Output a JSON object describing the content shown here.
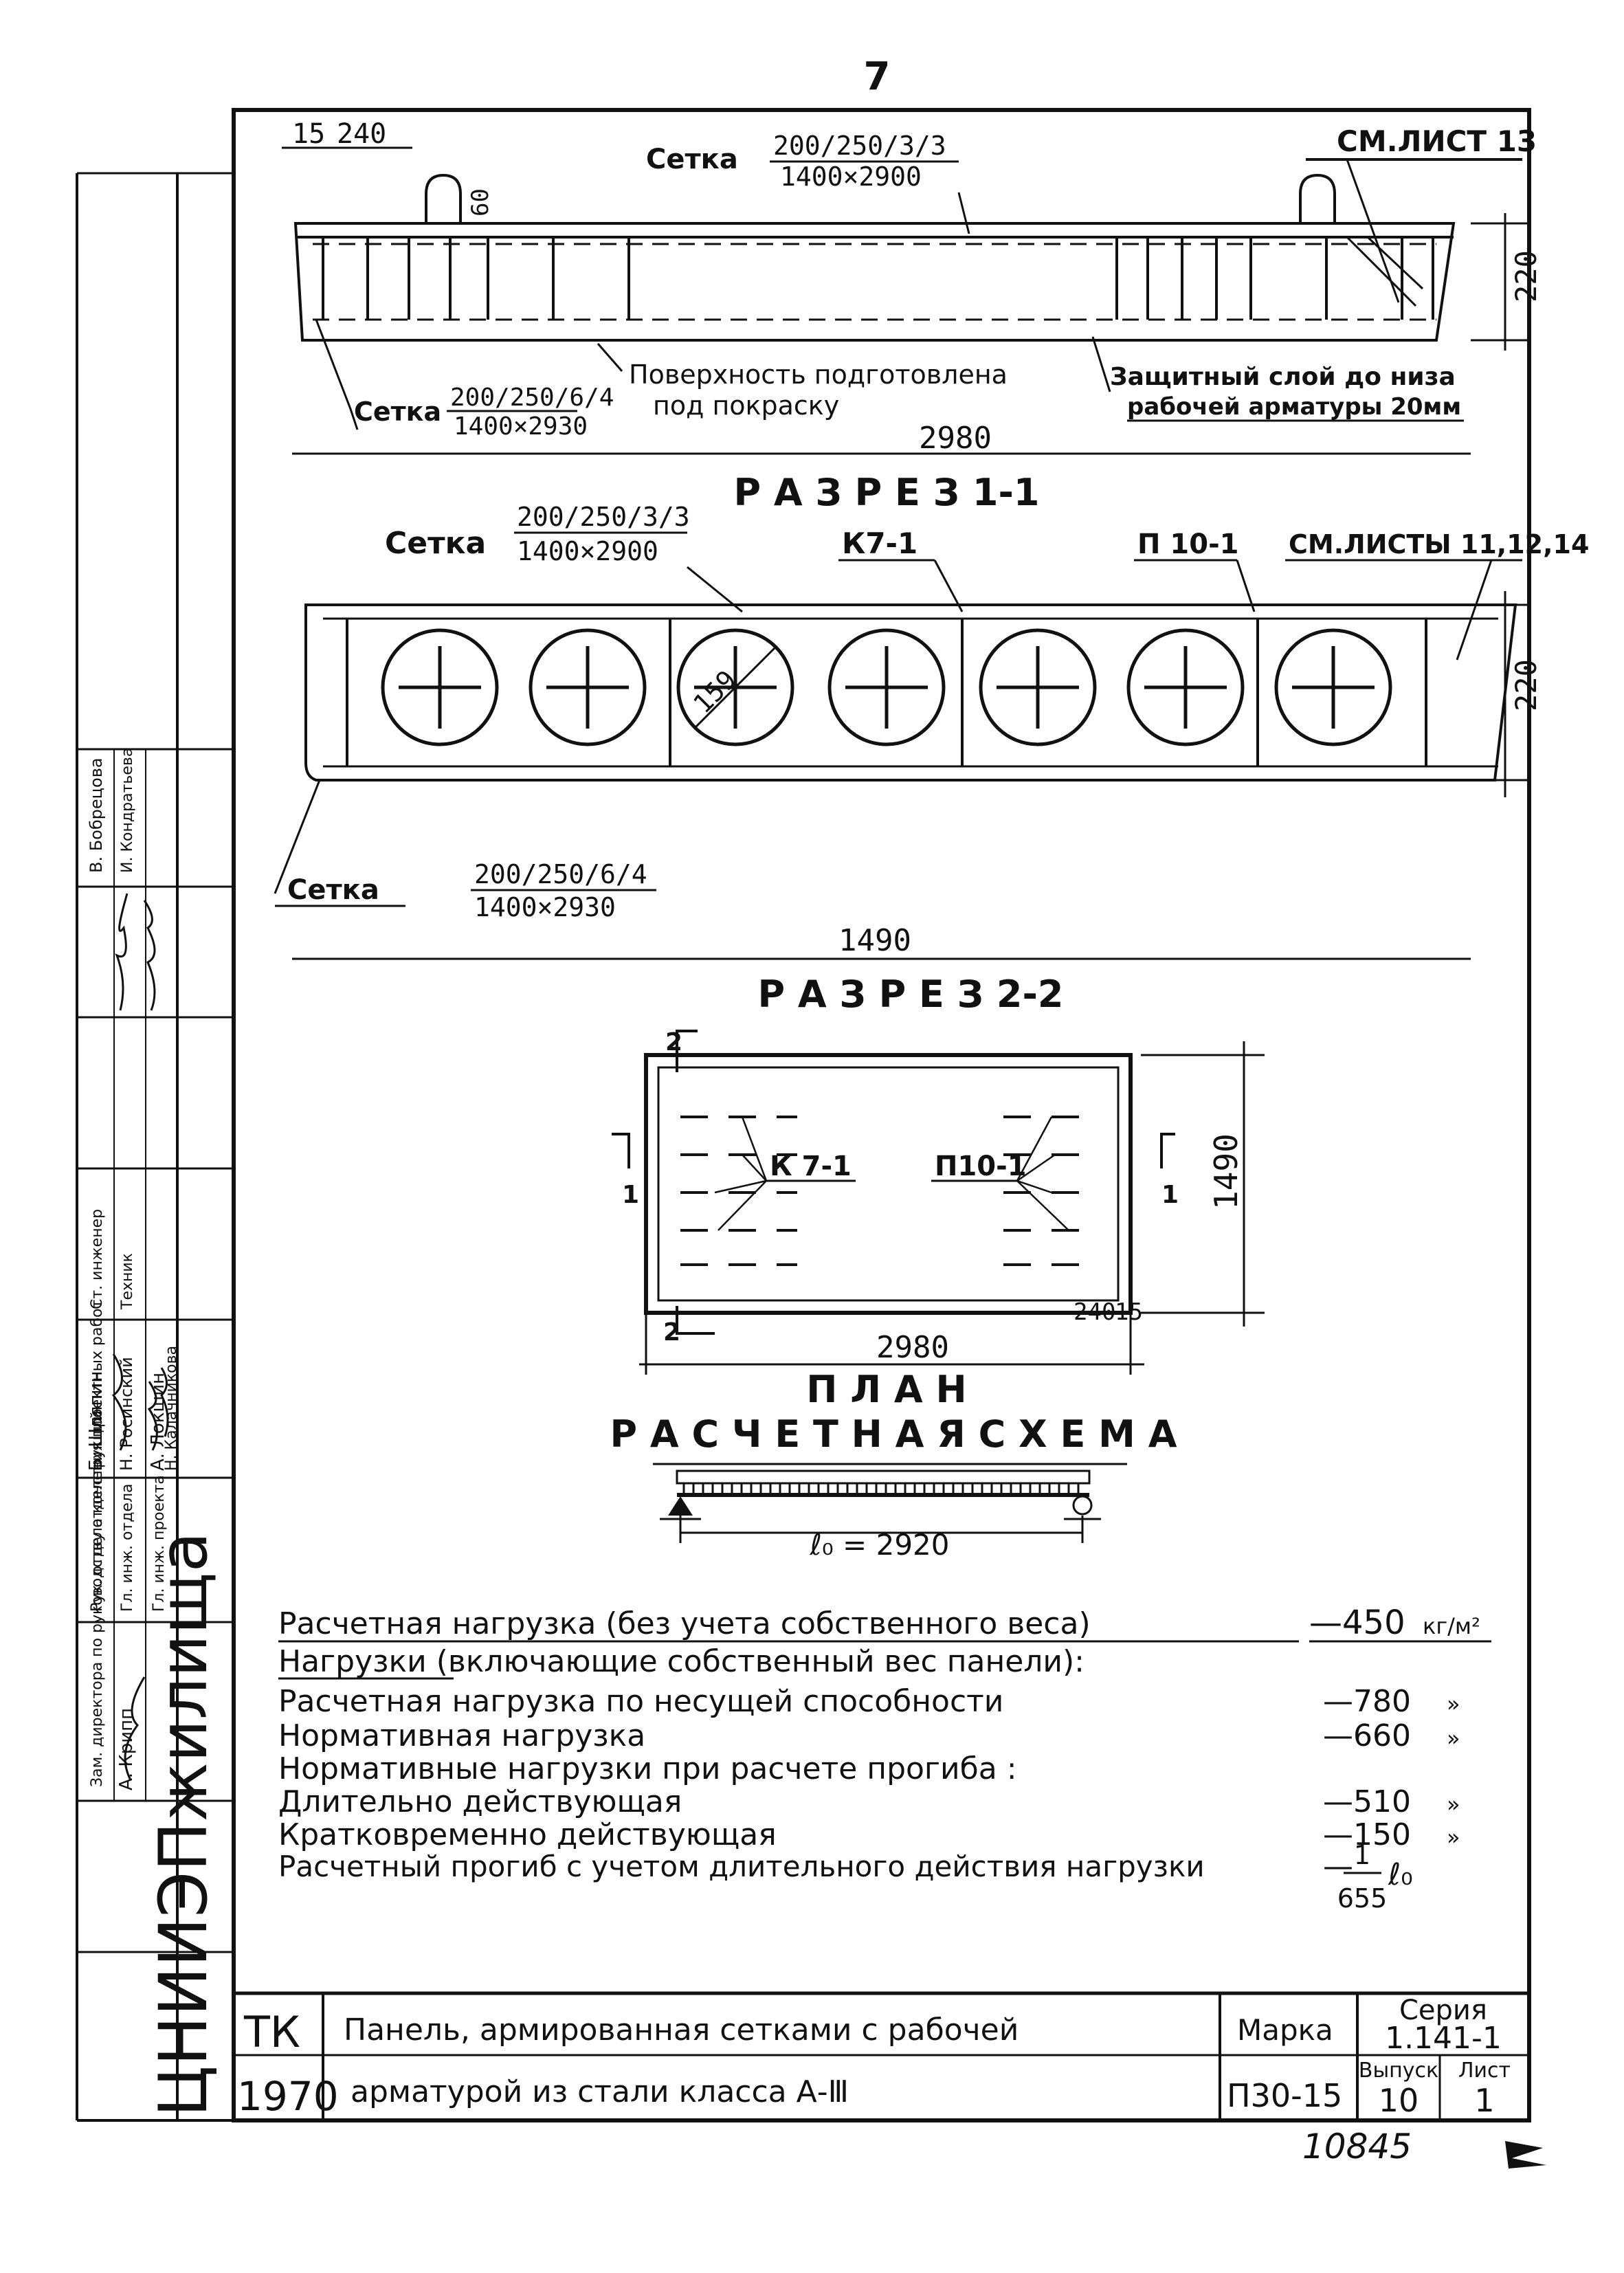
{
  "page_number": "7",
  "section_1_1": {
    "title": "Р А З Р Е З 1-1",
    "mesh_top_label": "Сетка",
    "mesh_top_spec": "200/250/3/3",
    "mesh_top_size": "1400×2900",
    "mesh_bottom_label": "Сетка",
    "mesh_bottom_spec": "200/250/6/4",
    "mesh_bottom_size": "1400×2930",
    "ref_sheet": "СМ.ЛИСТ 13",
    "dim_15": "15",
    "dim_240": "240",
    "dim_60": "60",
    "dim_220": "220",
    "dim_length": "2980",
    "note_surface": "Поверхность подготовлена",
    "note_surface_2": "под покраску",
    "note_cover": "Защитный слой до низа",
    "note_cover_2": "рабочей арматуры 20мм"
  },
  "section_2_2": {
    "title": "Р А З Р Е З 2-2",
    "mesh_top_label": "Сетка",
    "mesh_top_spec": "200/250/3/3",
    "mesh_top_size": "1400×2900",
    "frame_k": "К7-1",
    "frame_p": "П 10-1",
    "ref_sheets": "СМ.ЛИСТЫ 11,12,14",
    "void_dia": "159",
    "dim_220": "220",
    "dim_width": "1490",
    "mesh_bottom_label": "Сетка",
    "mesh_bottom_spec": "200/250/6/4",
    "mesh_bottom_size": "1400×2930"
  },
  "plan": {
    "title": "П Л А Н",
    "mark_1": "1",
    "mark_2": "2",
    "frame_k": "К 7-1",
    "frame_p": "П10-1",
    "dim_width": "1490",
    "dim_length": "2980",
    "dim_240": "240",
    "dim_15": "15"
  },
  "scheme": {
    "title": "Р А С Ч Е Т Н А Я   С Х Е М А",
    "span": "ℓ₀ = 2920"
  },
  "loads": {
    "line1_label": "Расчетная нагрузка (без учета собственного веса)",
    "line1_value": "—450",
    "line1_unit": "кг/м²",
    "line2_label": "Нагрузки (включающие собственный вес панели):",
    "rows": [
      {
        "label": "Расчетная нагрузка по несущей способности",
        "value": "—780",
        "unit": "»"
      },
      {
        "label": "Нормативная нагрузка",
        "value": "—660",
        "unit": "»"
      },
      {
        "label": "Нормативные нагрузки при расчете прогиба :",
        "value": "",
        "unit": ""
      },
      {
        "label": "Длительно действующая",
        "value": "—510",
        "unit": "»"
      },
      {
        "label": "Кратковременно действующая",
        "value": "—150",
        "unit": "»"
      }
    ],
    "deflection_label": "Расчетный прогиб с учетом длительного действия нагрузки",
    "deflection_num": "1",
    "deflection_den": "655",
    "deflection_var": "ℓ₀"
  },
  "sidebar": {
    "org": "ЦНИИЭПжилища",
    "roles": [
      "Зам. директора по руководству отделения проектных работ",
      "Рук. отдела конструкций",
      "Гл. инж. отдела",
      "Гл. инж. проекта",
      "Гл. инж. проекта",
      "Ст. инженер",
      "Техник"
    ],
    "names": [
      "А. Крипп",
      "Б. Шляпин",
      "Н. Росинский",
      "А. Локшин",
      "Н. Калачникова",
      "В. Бобрецова",
      "И. Кондратьева"
    ]
  },
  "title_block": {
    "code": "ТК",
    "year": "1970",
    "name_line1": "Панель, армированная сетками с рабочей",
    "name_line2": "арматурой из стали класса А-Ⅲ",
    "mark_label": "Марка",
    "mark_value": "П30-15",
    "series_label": "Серия",
    "series_value": "1.141-1",
    "issue_label": "Выпуск",
    "issue_value": "10",
    "sheet_label": "Лист",
    "sheet_value": "1"
  },
  "archive_number": "10845"
}
